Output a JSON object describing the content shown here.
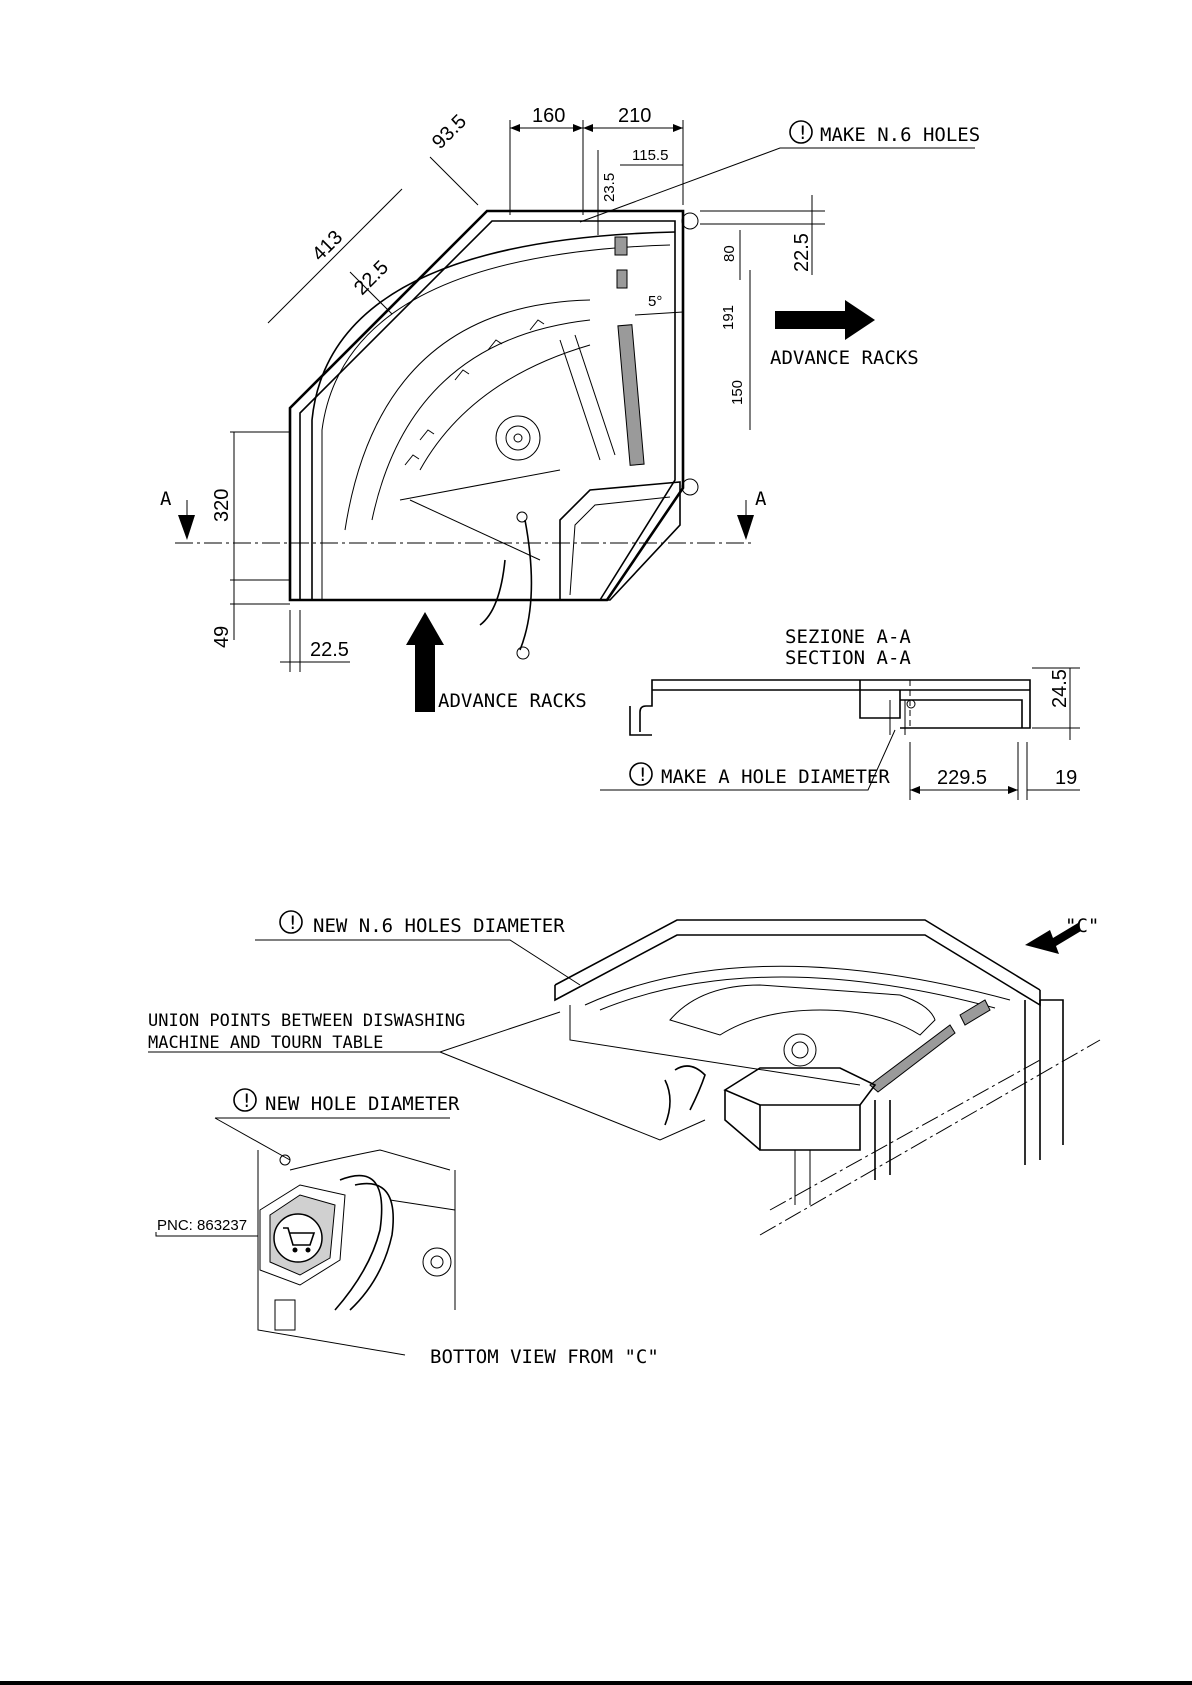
{
  "notes": {
    "make_holes": "MAKE N.6 HOLES",
    "make_hole_diameter": "MAKE A HOLE DIAMETER",
    "new_holes_diameter": "NEW N.6 HOLES DIAMETER",
    "new_hole_diameter": "NEW HOLE DIAMETER",
    "union_points_line1": "UNION POINTS BETWEEN DISWASHING",
    "union_points_line2": "MACHINE AND TOURN TABLE",
    "bottom_view": "BOTTOM VIEW FROM \"C\"",
    "view_c": "\"C\"",
    "advance_racks_right": "ADVANCE RACKS",
    "advance_racks_bottom": "ADVANCE RACKS",
    "section_it": "SEZIONE A-A",
    "section_en": "SECTION A-A",
    "section_mark_left": "A",
    "section_mark_right": "A",
    "pnc": "PNC: 863237",
    "warning_symbol": "!"
  },
  "dimensions": {
    "d160": "160",
    "d210": "210",
    "d115_5": "115.5",
    "d23_5": "23.5",
    "d93_5": "93.5",
    "d413": "413",
    "d22_5_diag": "22.5",
    "d22_5_right": "22.5",
    "d80": "80",
    "d191": "191",
    "d150": "150",
    "d5deg": "5°",
    "d320": "320",
    "d49": "49",
    "d22_5_bottom": "22.5",
    "d24_5": "24.5",
    "d229_5": "229.5",
    "d19": "19"
  },
  "icons": {
    "warning": "exclamation-circle-icon",
    "cart": "shopping-cart-icon",
    "arrow": "direction-arrow-icon"
  }
}
